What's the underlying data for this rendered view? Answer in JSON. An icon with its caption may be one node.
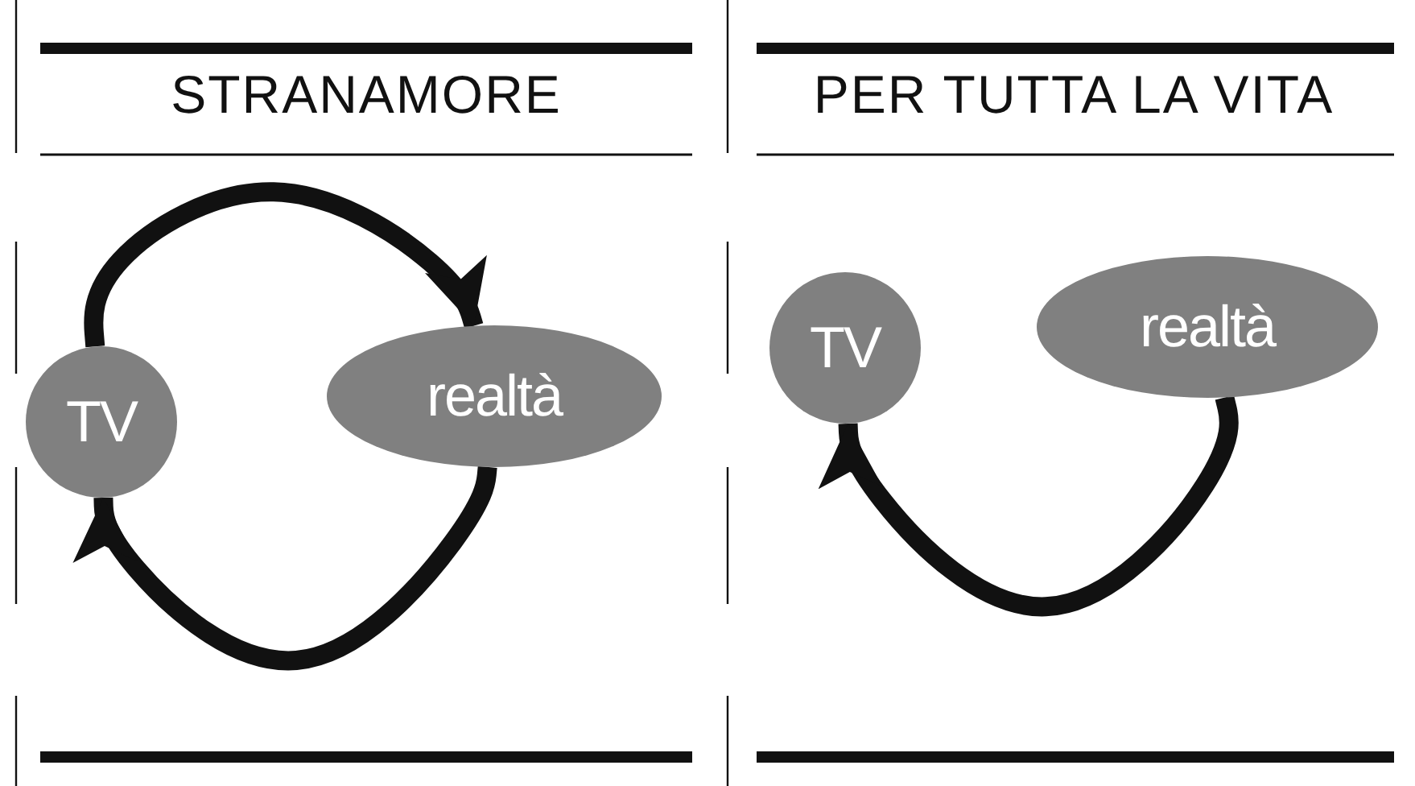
{
  "diagram": {
    "nodes": [
      {
        "text": [
          "TV"
        ]
      },
      {
        "text": [
          "realtà"
        ]
      },
      {
        "text": [
          "TV"
        ]
      },
      {
        "text": [
          "realtà"
        ]
      }
    ],
    "edges": [
      {
        "from": 0,
        "to": 1,
        "arrow": "to"
      },
      {
        "from": 1,
        "to": 0,
        "arrow": "to"
      },
      {
        "from": 3,
        "to": 2,
        "arrow": "to"
      }
    ],
    "labels": [
      "STRANAMORE",
      "PER TUTTA LA VITA"
    ]
  }
}
